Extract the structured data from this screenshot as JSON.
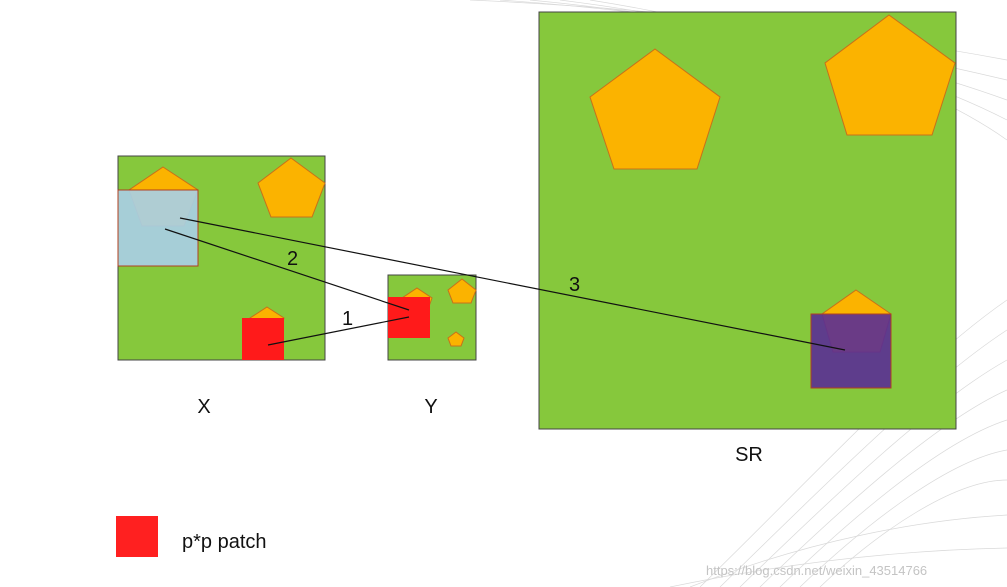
{
  "panels": {
    "x": {
      "label": "X"
    },
    "y": {
      "label": "Y"
    },
    "sr": {
      "label": "SR"
    }
  },
  "connectors": {
    "one": "1",
    "two": "2",
    "three": "3"
  },
  "legend": {
    "label": "p*p patch"
  },
  "watermark": {
    "text": "https://blog.csdn.net/weixin_43514766"
  },
  "colors": {
    "background_green": "#86c83c",
    "pentagon": "#fbb300",
    "pentagon_stroke": "#c8701a",
    "patch_red": "#ff2020",
    "patch_blue": "#a9cfe3",
    "patch_purple": "#6a3d9c"
  }
}
